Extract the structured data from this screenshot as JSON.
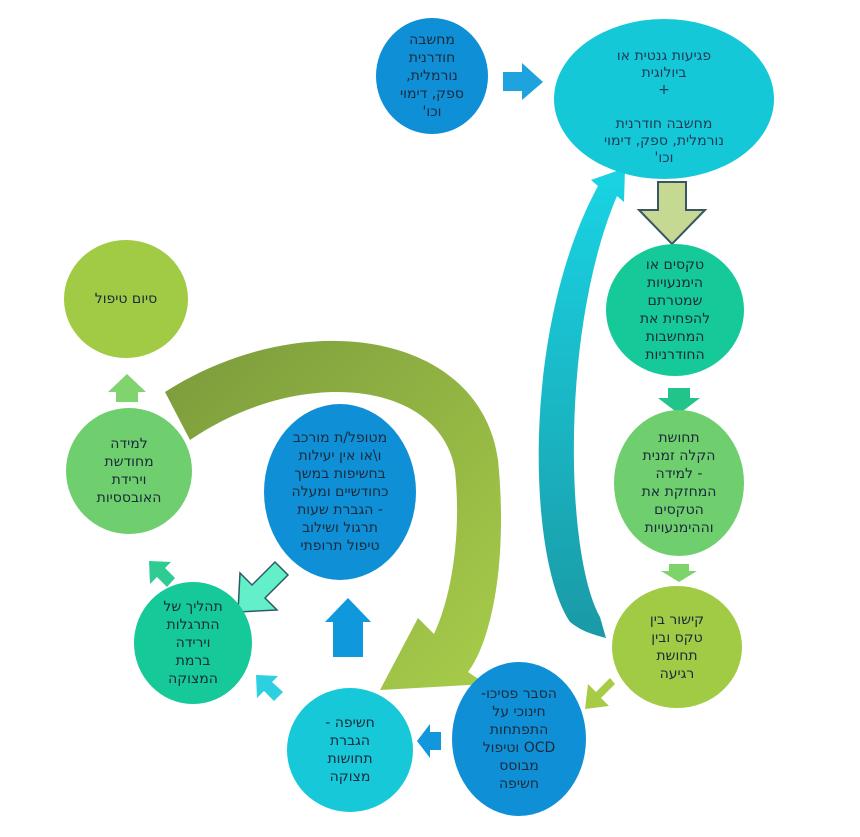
{
  "nodes": {
    "n1": {
      "text": "מחשבה\nחודרנית\nנורמלית,\nספק, דימוי\nוכו'"
    },
    "n2": {
      "line1": "פגיעות גנטית או\nביולוגית",
      "plus": "+",
      "line2": "מחשבה חודרנית\nנורמלית, ספק, דימוי\nוכו'"
    },
    "n3": {
      "text": "טקסים או\nהימנעויות\nשמטרתם\nלהפחית את\nהמחשבות\nהחודרניות"
    },
    "n4": {
      "text": "תחושת\nהקלה זמנית\n- למידה\nהמחזקת את\nהטקסים\nוההימנעויות"
    },
    "n5": {
      "text": "קישור בין\nטקס ובין\nתחושת\nרגיעה"
    },
    "n6": {
      "text": "הסבר פסיכו-\nחינוכי על\nהתפתחות\nOCD וטיפול\nמבוסס\nחשיפה"
    },
    "n7": {
      "text": "חשיפה -\nהגברת\nתחושות\nמצוקה"
    },
    "n8": {
      "text": "תהליך של\nהתרגלות\nוירידה\nברמת\nהמצוקה"
    },
    "n9": {
      "text": "למידה\nמחודשת\nוירידת\nהאובססיות"
    },
    "n10": {
      "text": "סיום טיפול"
    },
    "n11": {
      "text": "מטופל/ת מורכב\nו\\או אין יעילות\nבחשיפות במשך\nכחודשיים ומעלה\n- הגברת שעות\nתרגול ושילוב\nטיפול תרופתי"
    }
  },
  "colors": {
    "blue": "#0f8fd6",
    "cyan": "#14c8d8",
    "teal": "#16c998",
    "green": "#6fcf6e",
    "lime": "#a1cb45",
    "olive": "#7e9a3a",
    "mint": "#5ff0c8"
  }
}
